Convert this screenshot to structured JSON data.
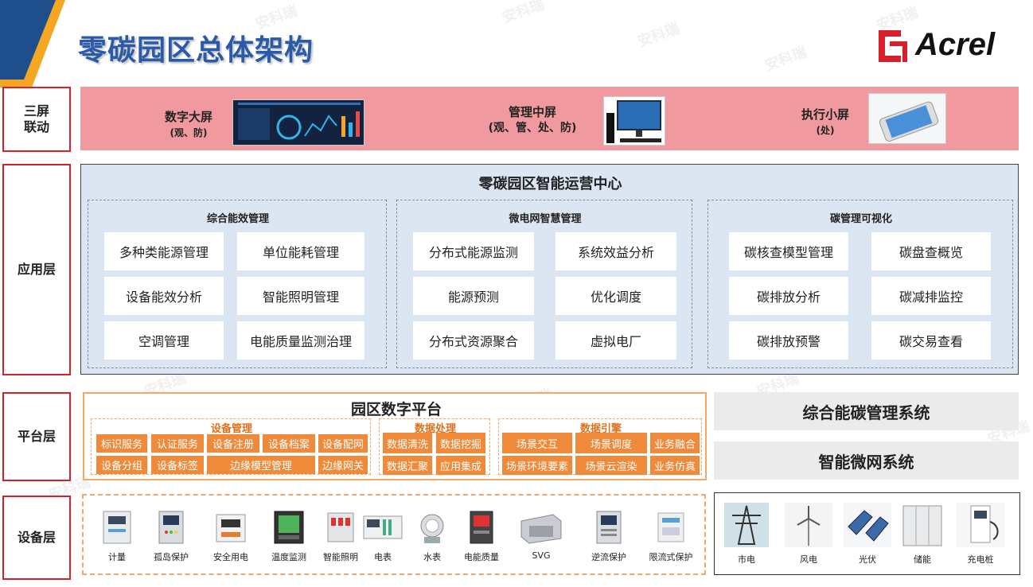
{
  "title": "零碳园区总体架构",
  "logo": {
    "text": "Acrel"
  },
  "watermark": "安科瑞",
  "colors": {
    "accent_red": "#d8202a",
    "title_blue": "#2a5aa8",
    "orange": "#ef8a3a",
    "pink": "#f09a9f",
    "light_blue": "#dce6f2"
  },
  "rows": {
    "screens": {
      "label": "三屏\n联动"
    },
    "app": {
      "label": "应用层"
    },
    "platform": {
      "label": "平台层"
    },
    "device": {
      "label": "设备层"
    }
  },
  "screens": [
    {
      "name": "数字大屏",
      "sub": "(观、防)",
      "icon": "dashboard-screen-icon"
    },
    {
      "name": "管理中屏",
      "sub": "(观、管、处、防)",
      "icon": "desktop-computer-icon"
    },
    {
      "name": "执行小屏",
      "sub": "(处)",
      "icon": "smartphone-icon"
    }
  ],
  "app": {
    "title": "零碳园区智能运营中心",
    "groups": [
      {
        "title": "综合能效管理",
        "items": [
          "多种类能源管理",
          "单位能耗管理",
          "设备能效分析",
          "智能照明管理",
          "空调管理",
          "电能质量监测治理"
        ]
      },
      {
        "title": "微电网智慧管理",
        "items": [
          "分布式能源监测",
          "系统效益分析",
          "能源预测",
          "优化调度",
          "分布式资源聚合",
          "虚拟电厂"
        ]
      },
      {
        "title": "碳管理可视化",
        "items": [
          "碳核查模型管理",
          "碳盘查概览",
          "碳排放分析",
          "碳减排监控",
          "碳排放预警",
          "碳交易查看"
        ]
      }
    ]
  },
  "platform": {
    "title": "园区数字平台",
    "device_mgmt": {
      "title": "设备管理",
      "row1": [
        "标识服务",
        "认证服务",
        "设备注册",
        "设备档案",
        "设备配网"
      ],
      "row2": [
        "设备分组",
        "设备标签",
        "边缘模型管理",
        "边缘网关"
      ]
    },
    "data_proc": {
      "title": "数据处理",
      "items": [
        "数据清洗",
        "数据挖掘",
        "数据汇聚",
        "应用集成"
      ]
    },
    "data_engine": {
      "title": "数据引擎",
      "row1": [
        "场景交互",
        "场景调度",
        "业务融合"
      ],
      "row2": [
        "场景环境要素",
        "场景云渲染",
        "业务仿真"
      ]
    },
    "systems": [
      "综合能碳管理系统",
      "智能微网系统"
    ]
  },
  "devices": [
    {
      "name": "计量",
      "icon": "meter-icon"
    },
    {
      "name": "孤岛保护",
      "icon": "island-protection-icon"
    },
    {
      "name": "安全用电",
      "icon": "safety-electric-icon"
    },
    {
      "name": "温度监测",
      "icon": "temperature-monitor-icon"
    },
    {
      "name": "智能照明",
      "icon": "smart-lighting-icon"
    },
    {
      "name": "电表",
      "icon": "electric-meter-icon"
    },
    {
      "name": "水表",
      "icon": "water-meter-icon"
    },
    {
      "name": "电能质量",
      "icon": "power-quality-icon"
    },
    {
      "name": "SVG",
      "icon": "svg-device-icon"
    },
    {
      "name": "逆流保护",
      "icon": "reverse-current-icon"
    },
    {
      "name": "限流式保护",
      "icon": "current-limit-icon"
    }
  ],
  "energy_sources": [
    {
      "name": "市电",
      "icon": "power-tower-icon"
    },
    {
      "name": "风电",
      "icon": "wind-turbine-icon"
    },
    {
      "name": "光伏",
      "icon": "solar-panel-icon"
    },
    {
      "name": "储能",
      "icon": "energy-storage-icon"
    },
    {
      "name": "充电桩",
      "icon": "charging-pile-icon"
    }
  ]
}
